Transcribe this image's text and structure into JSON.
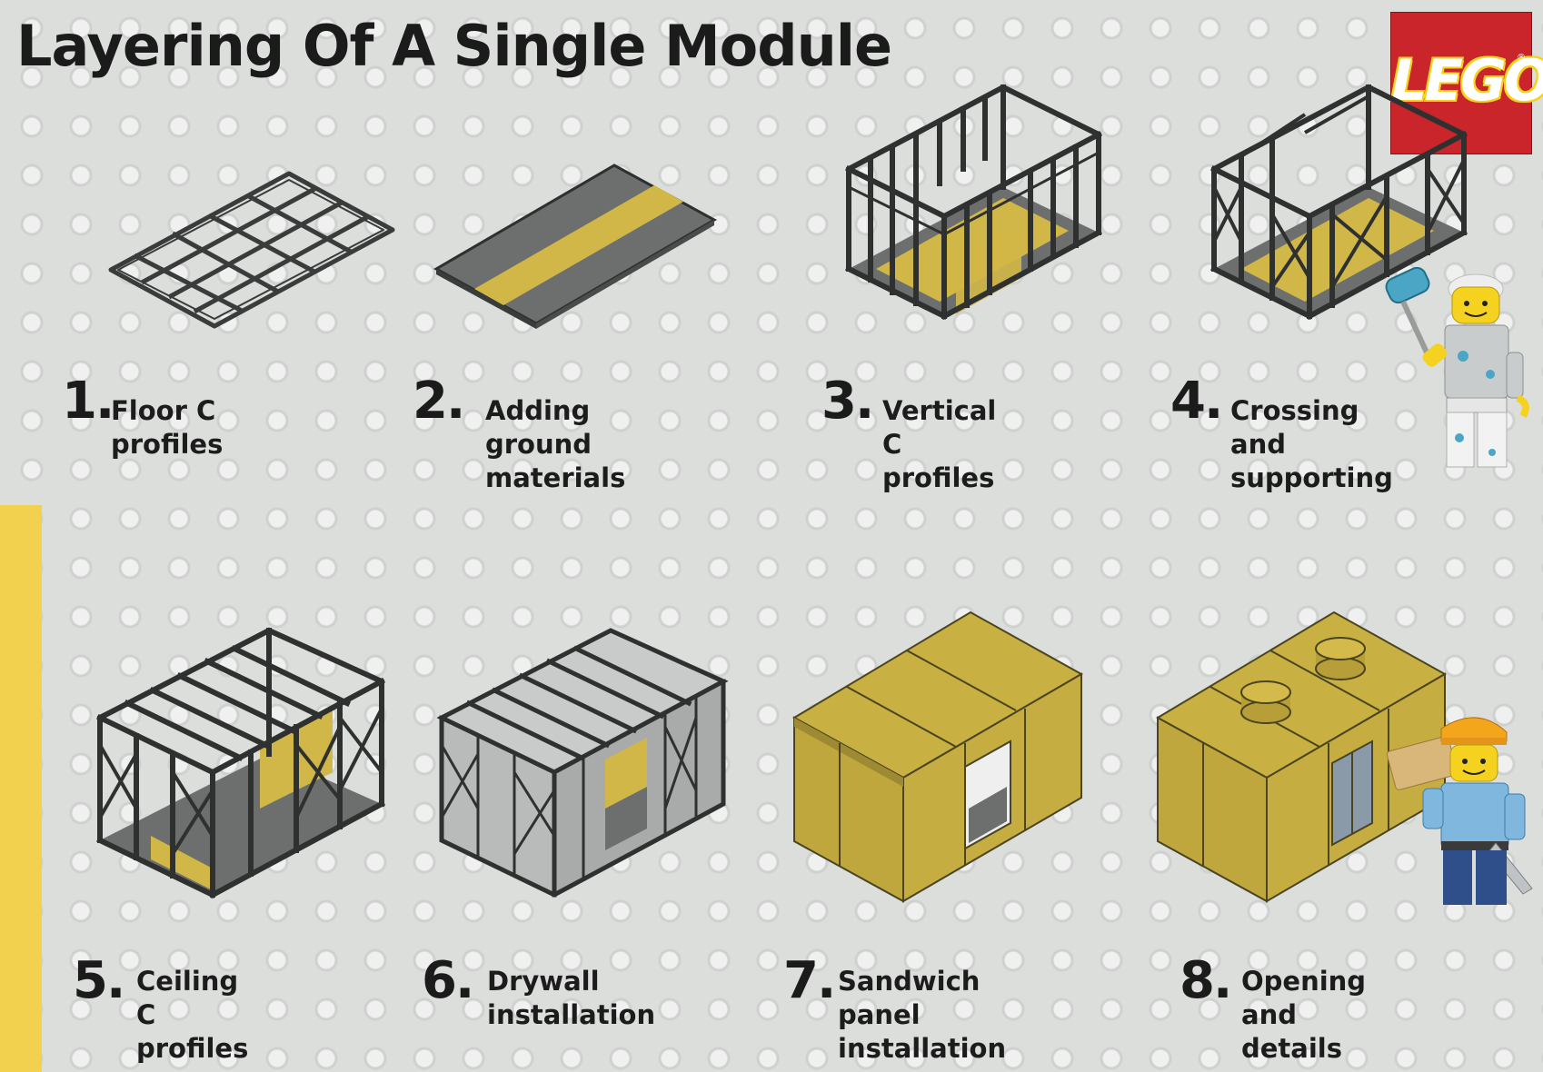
{
  "header": {
    "title": "Layering Of A Single Module"
  },
  "logo": {
    "text": "LEGO",
    "registered": "®"
  },
  "colors": {
    "background": "#dcdedc",
    "accent_yellow": "#f2d14e",
    "frame": "#3a3c3c",
    "panel_yellow": "#c9b347",
    "floor_gray": "#6e7070",
    "logo_red": "#c9252b"
  },
  "steps": [
    {
      "number": "1.",
      "label": "Floor C profiles",
      "icon": "floor-frame-illustration"
    },
    {
      "number": "2.",
      "label": "Adding ground\nmaterials",
      "icon": "floor-slab-illustration"
    },
    {
      "number": "3.",
      "label": "Vertical C\nprofiles",
      "icon": "vertical-frame-illustration"
    },
    {
      "number": "4.",
      "label": "Crossing and\nsupporting",
      "icon": "braced-frame-illustration"
    },
    {
      "number": "5.",
      "label": "Ceiling C\nprofiles",
      "icon": "ceiling-frame-illustration"
    },
    {
      "number": "6.",
      "label": "Drywall\ninstallation",
      "icon": "drywall-illustration"
    },
    {
      "number": "7.",
      "label": "Sandwich panel\ninstallation",
      "icon": "sandwich-panel-illustration"
    },
    {
      "number": "8.",
      "label": "Opening and\ndetails",
      "icon": "finished-module-illustration"
    }
  ],
  "minifigures": [
    {
      "icon": "painter-minifigure-icon"
    },
    {
      "icon": "carpenter-minifigure-icon"
    }
  ]
}
